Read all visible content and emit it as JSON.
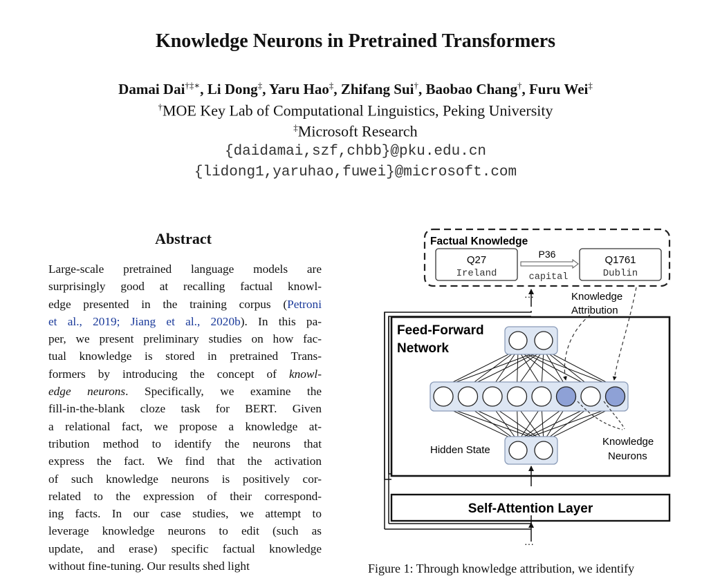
{
  "paper": {
    "title": "Knowledge Neurons in Pretrained Transformers",
    "authors": [
      {
        "name": "Damai Dai",
        "marks": "†‡∗"
      },
      {
        "name": "Li Dong",
        "marks": "‡"
      },
      {
        "name": "Yaru Hao",
        "marks": "‡"
      },
      {
        "name": "Zhifang Sui",
        "marks": "†"
      },
      {
        "name": "Baobao Chang",
        "marks": "†"
      },
      {
        "name": "Furu Wei",
        "marks": "‡"
      }
    ],
    "affiliations": [
      {
        "mark": "†",
        "text": "MOE Key Lab of Computational Linguistics, Peking University"
      },
      {
        "mark": "‡",
        "text": "Microsoft Research"
      }
    ],
    "emails": [
      "{daidamai,szf,chbb}@pku.edu.cn",
      "{lidong1,yaruhao,fuwei}@microsoft.com"
    ]
  },
  "abstract": {
    "heading": "Abstract",
    "lines": [
      "Large-scale pretrained language models are",
      "surprisingly good at recalling factual knowl-",
      "edge presented in the training corpus (|Petroni|",
      "|et al., 2019; Jiang et al., 2020b|).  In this pa-",
      "per, we present preliminary studies on how fac-",
      "tual knowledge is stored in pretrained Trans-",
      "formers by introducing the concept of ^knowl-^",
      "^edge neurons^.  Specifically, we examine the",
      "fill-in-the-blank cloze task for BERT. Given",
      "a relational fact, we propose a knowledge at-",
      "tribution method to identify the neurons that",
      "express the fact.  We find that the activation",
      "of such knowledge neurons is positively cor-",
      "related to the expression of their correspond-",
      "ing facts.  In our case studies, we attempt to",
      "leverage knowledge neurons to edit (such as",
      "update, and erase) specific factual knowledge",
      "without fine-tuning.  Our results shed light"
    ]
  },
  "figure": {
    "factual_knowledge_label": "Factual Knowledge",
    "subject_id": "Q27",
    "subject_name": "Ireland",
    "relation_id": "P36",
    "relation_name": "capital",
    "object_id": "Q1761",
    "object_name": "Dublin",
    "ellipsis": "···",
    "knowledge_attribution_line1": "Knowledge",
    "knowledge_attribution_line2": "Attribution",
    "ffn_line1": "Feed-Forward",
    "ffn_line2": "Network",
    "hidden_state_label": "Hidden State",
    "knowledge_neurons_line1": "Knowledge",
    "knowledge_neurons_line2": "Neurons",
    "self_attention_label": "Self-Attention Layer",
    "colors": {
      "neuron_fill": "#ffffff",
      "knowledge_neuron_fill": "#8ea1d6",
      "neuron_group_bg": "#dde6f3",
      "neuron_group_border": "#8a9bb8"
    },
    "highlighted_neuron_indices": [
      5,
      7
    ]
  },
  "caption": "Figure 1:  Through knowledge attribution, we identify"
}
